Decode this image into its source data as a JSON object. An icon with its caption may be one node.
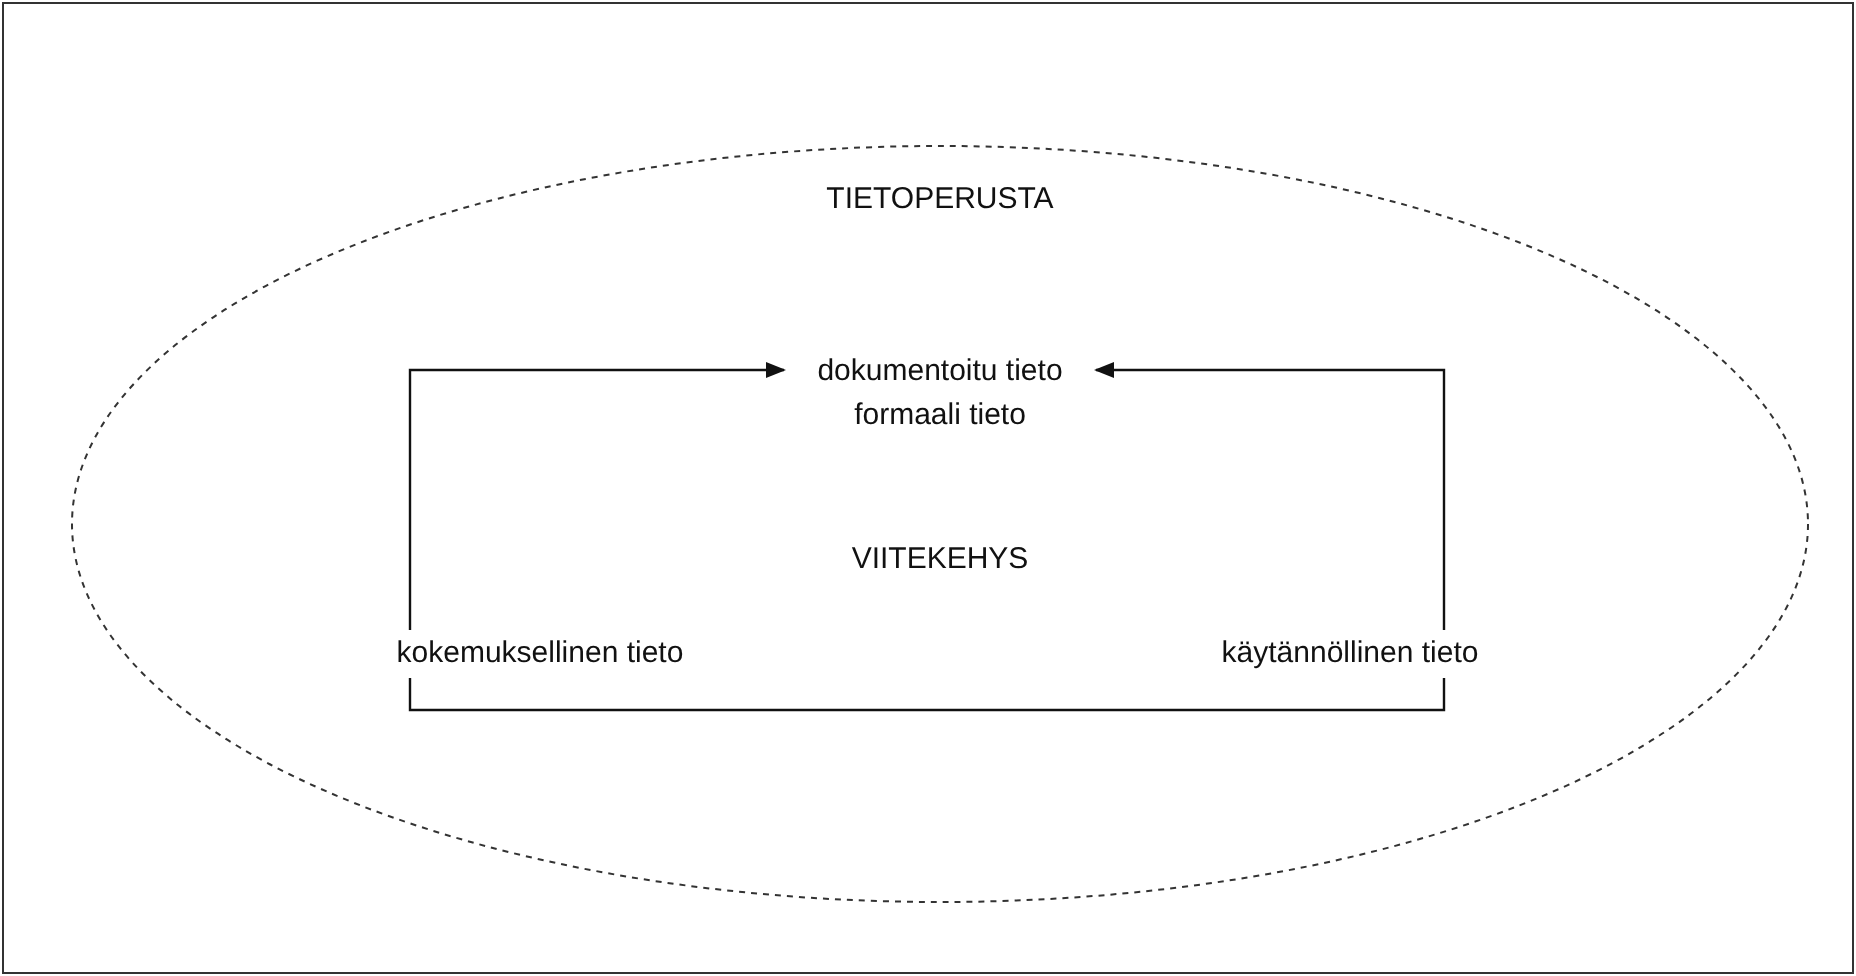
{
  "diagram": {
    "nodes": [
      {
        "text": [
          "TIETOPERUSTA"
        ]
      },
      {
        "text": [
          "dokumentoitu tieto",
          "formaali tieto"
        ],
        "in": 0
      },
      {
        "text": [
          "kokemuksellinen tieto"
        ],
        "in": 0
      },
      {
        "text": [
          "käytännöllinen tieto"
        ],
        "in": 0
      }
    ],
    "edges": [
      {
        "from": 2,
        "to": 1,
        "arrow": "to"
      },
      {
        "from": 3,
        "to": 1,
        "arrow": "to"
      },
      {
        "from": 2,
        "to": 3,
        "arrow": "none"
      }
    ],
    "labels": [
      "VIITEKEHYS"
    ]
  }
}
